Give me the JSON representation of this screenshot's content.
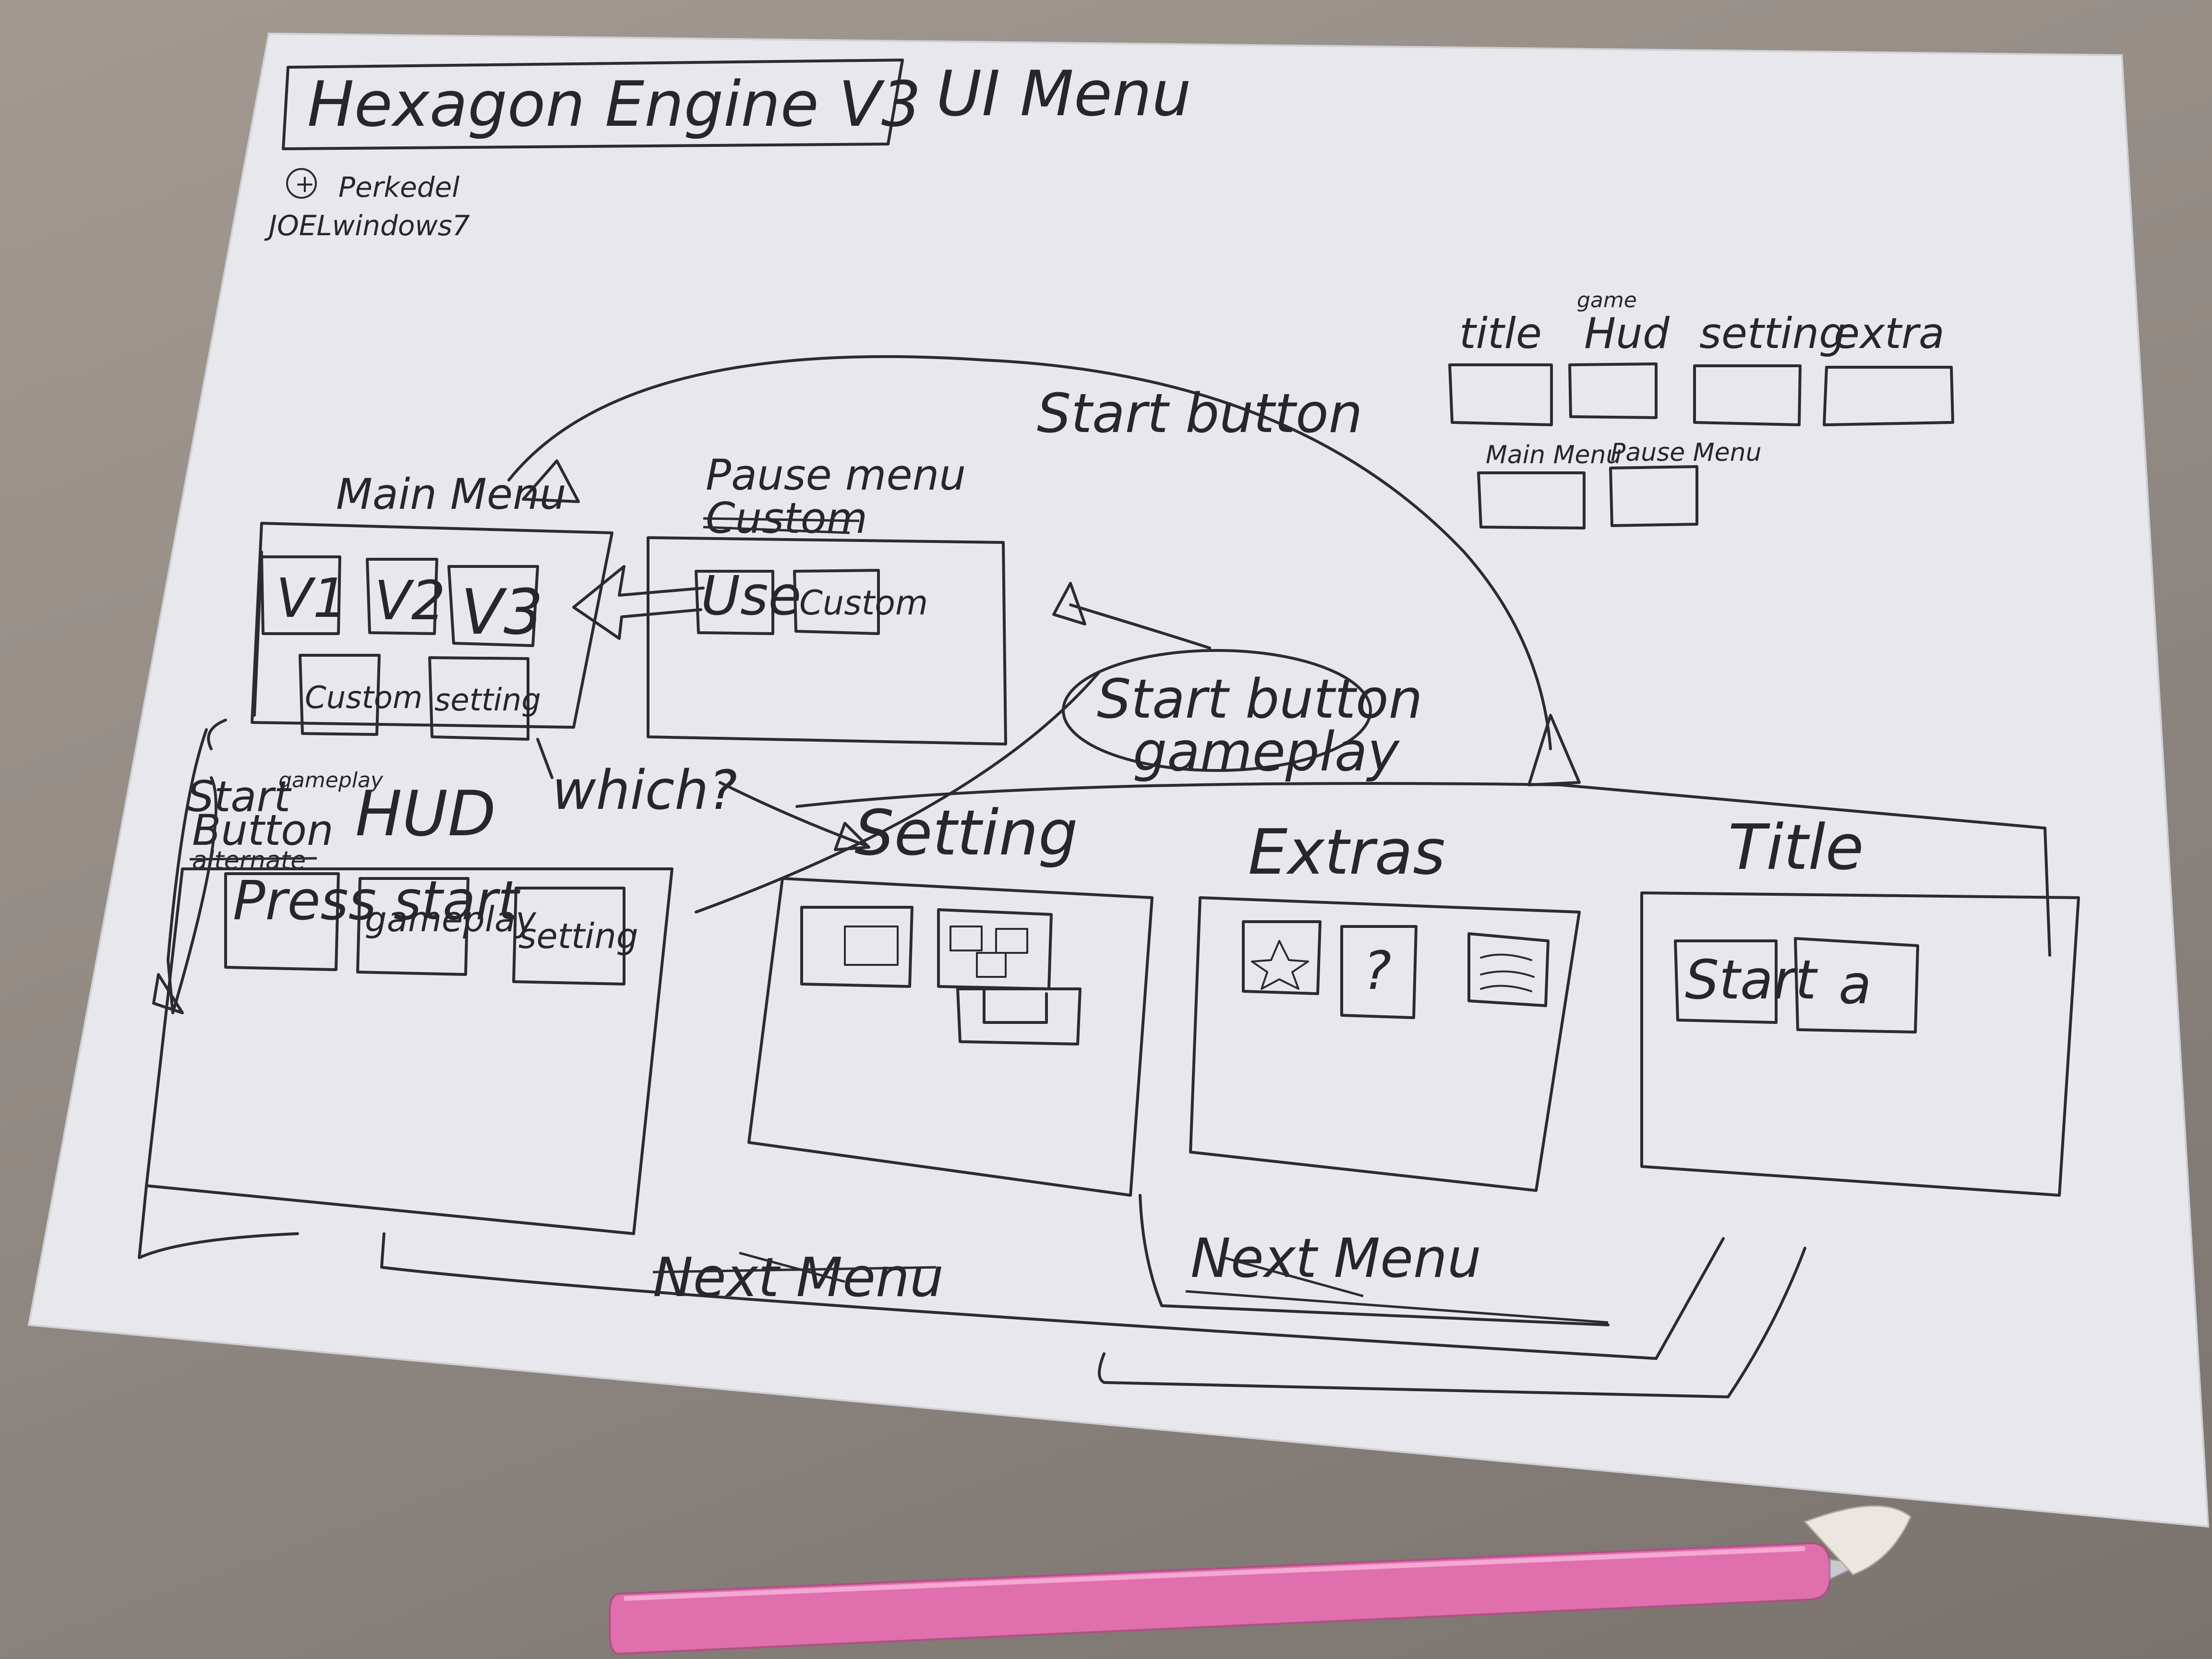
{
  "header": {
    "title": "Hexagon Engine V3",
    "subtitle": "UI Menu",
    "credit_line1": "Perkedel",
    "credit_line2": "JOELwindows7"
  },
  "legend": {
    "items": [
      "title",
      "Hud",
      "setting",
      "extra",
      "Main Menu",
      "Pause Menu"
    ],
    "hud_note": "game"
  },
  "main_menu": {
    "title": "Main Menu",
    "buttons": [
      "V1",
      "V2",
      "V3",
      "Custom",
      "setting"
    ]
  },
  "pause_menu": {
    "title": "Pause menu",
    "struck_title": "Custom",
    "buttons": [
      "Use",
      "Custom"
    ]
  },
  "hud": {
    "title": "HUD",
    "title_note": "gameplay",
    "side_label_1": "Start",
    "side_label_2": "Button",
    "side_label_3": "alternate",
    "buttons": [
      "Press start",
      "gameplay",
      "setting"
    ]
  },
  "setting": {
    "title": "Setting"
  },
  "extras": {
    "title": "Extras",
    "icons": [
      "star-icon",
      "question-icon",
      "text-icon"
    ]
  },
  "title_screen": {
    "title": "Title",
    "buttons": [
      "Start",
      "a"
    ]
  },
  "annotations": {
    "start_button": "Start button",
    "start_button_gameplay_1": "Start button",
    "start_button_gameplay_2": "gameplay",
    "which": "which?",
    "next_menu_1": "Next Menu",
    "next_menu_2": "Next Menu"
  }
}
